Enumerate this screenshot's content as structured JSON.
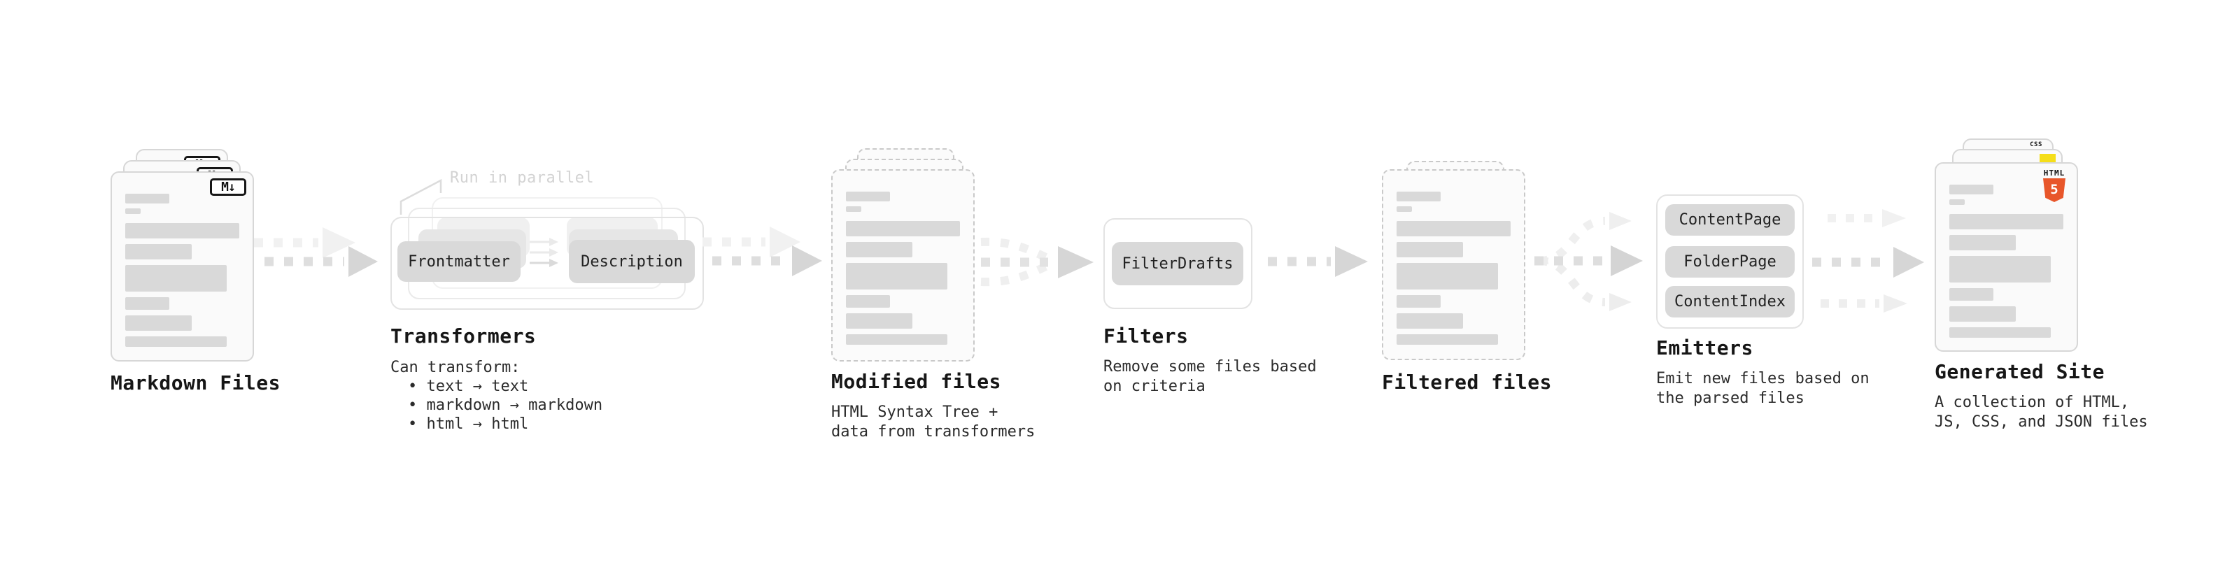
{
  "diagram": {
    "background": "#ffffff",
    "stages": {
      "markdown": {
        "title": "Markdown Files",
        "badge": "M↓"
      },
      "transformers": {
        "title": "Transformers",
        "annotation": "Run in parallel",
        "pill_left": "Frontmatter",
        "pill_right": "Description",
        "body_intro": "Can transform:",
        "bullets": [
          "• text → text",
          "• markdown → markdown",
          "• html → html"
        ]
      },
      "modified": {
        "title": "Modified files",
        "subtitle": [
          "HTML Syntax Tree +",
          "data from transformers"
        ]
      },
      "filters": {
        "title": "Filters",
        "pill": "FilterDrafts",
        "subtitle": [
          "Remove some files based",
          "on criteria"
        ]
      },
      "filtered": {
        "title": "Filtered files"
      },
      "emitters": {
        "title": "Emitters",
        "pills": [
          "ContentPage",
          "FolderPage",
          "ContentIndex"
        ],
        "subtitle": [
          "Emit new files based on",
          "the parsed files"
        ]
      },
      "generated": {
        "title": "Generated Site",
        "badge_css": "CSS",
        "badge_html_word": "HTML",
        "badge_html_number": "5",
        "subtitle": [
          "A collection of HTML,",
          "JS, CSS, and JSON files"
        ]
      }
    },
    "colors": {
      "placeholder_bar": "#d9d9d9",
      "pill_gray": "#d9d9d9",
      "card_border": "#d7d7d7",
      "dashed_border": "#c9c9c9",
      "container_border": "#e3e3e3",
      "arrow_gray": "#dedede",
      "arrow_light": "#f0f0f0",
      "annotation_gray": "#d3d3d3",
      "html5_orange": "#e8562a",
      "js_yellow": "#f5de19",
      "css_blue": "#2d65f2"
    }
  }
}
